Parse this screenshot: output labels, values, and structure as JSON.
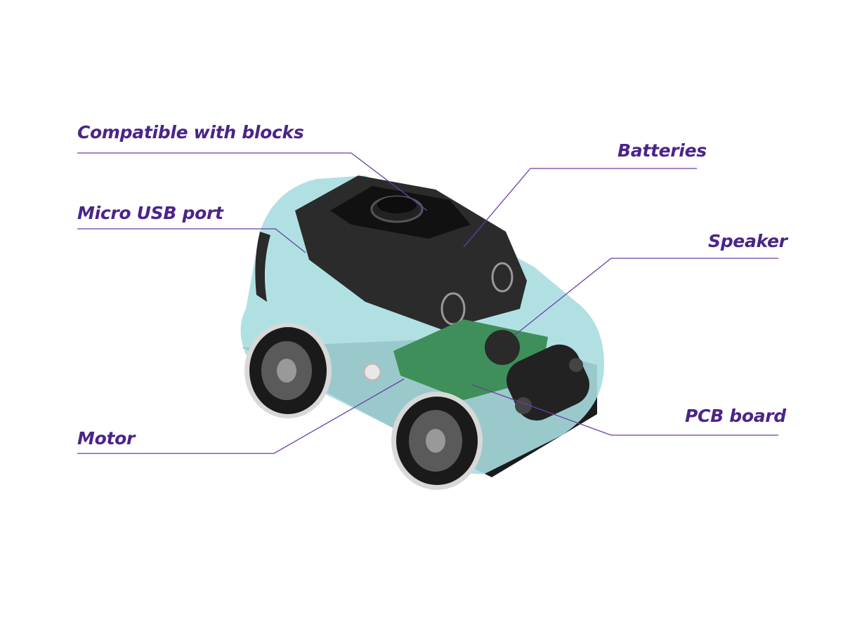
{
  "labels": {
    "compatible": "Compatible with blocks",
    "batteries": "Batteries",
    "usb": "Micro USB port",
    "speaker": "Speaker",
    "motor": "Motor",
    "pcb": "PCB board"
  },
  "colors": {
    "accent": "#4b2489",
    "line": "#6a3fa8",
    "body": "#a9dde0",
    "dark": "#1e1e1e",
    "pcb": "#3f8f5a"
  }
}
